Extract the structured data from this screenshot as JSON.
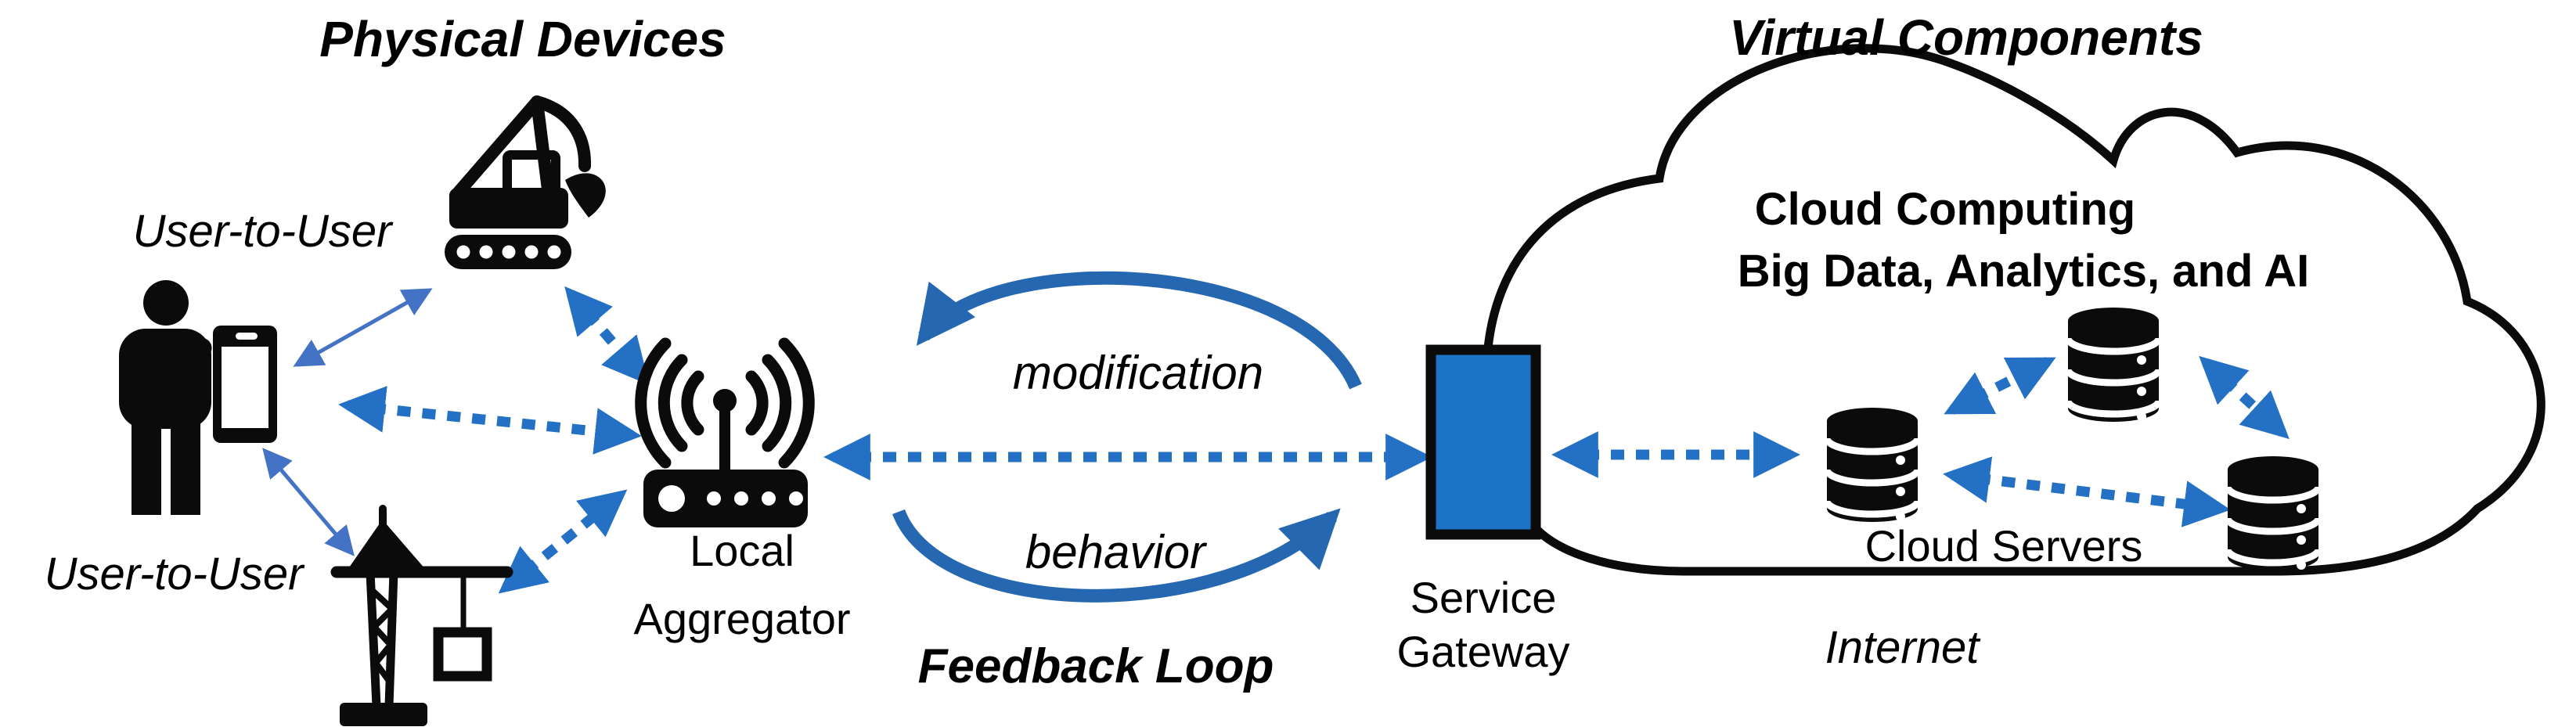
{
  "colors": {
    "icon_black": "#0b0b0b",
    "arrow_blue": "#2470c4",
    "thin_arrow_blue": "#4472c4",
    "loop_blue": "#2667b2",
    "gateway_fill": "#1d73c6",
    "background": "#ffffff"
  },
  "physical": {
    "title": "Physical Devices",
    "user_to_user_top": "User-to-User",
    "user_to_user_bottom": "User-to-User",
    "aggregator_label_line1": "Local",
    "aggregator_label_line2": "Aggregator"
  },
  "feedback": {
    "modification_label": "modification",
    "behavior_label": "behavior",
    "loop_label": "Feedback Loop"
  },
  "gateway": {
    "label_line1": "Service",
    "label_line2": "Gateway"
  },
  "virtual": {
    "title": "Virtual Components",
    "cloud_line1": "Cloud Computing",
    "cloud_line2": "Big Data, Analytics, and AI",
    "servers_label": "Cloud Servers",
    "internet_label": "Internet"
  }
}
